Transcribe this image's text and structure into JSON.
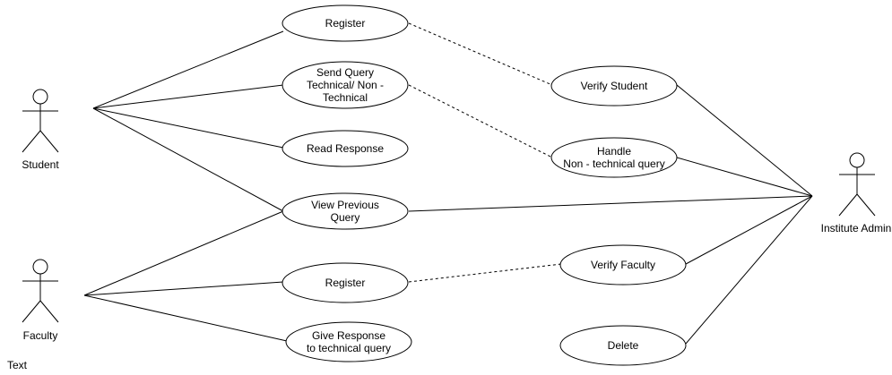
{
  "actors": {
    "student": "Student",
    "faculty": "Faculty",
    "admin": "Institute Admin"
  },
  "use_cases": {
    "register_student": [
      "Register"
    ],
    "send_query": [
      "Send Query",
      "Technical/ Non -",
      "Technical"
    ],
    "read_response": [
      "Read Response"
    ],
    "view_previous_query": [
      "View Previous",
      "Query"
    ],
    "register_faculty": [
      "Register"
    ],
    "give_response": [
      "Give Response",
      "to technical query"
    ],
    "verify_student": [
      "Verify Student"
    ],
    "handle_non_technical": [
      "Handle",
      "Non - technical query"
    ],
    "verify_faculty": [
      "Verify Faculty"
    ],
    "delete": [
      "Delete"
    ]
  },
  "free_text": "Text",
  "colors": {
    "stroke": "#000000",
    "fill": "#ffffff"
  }
}
